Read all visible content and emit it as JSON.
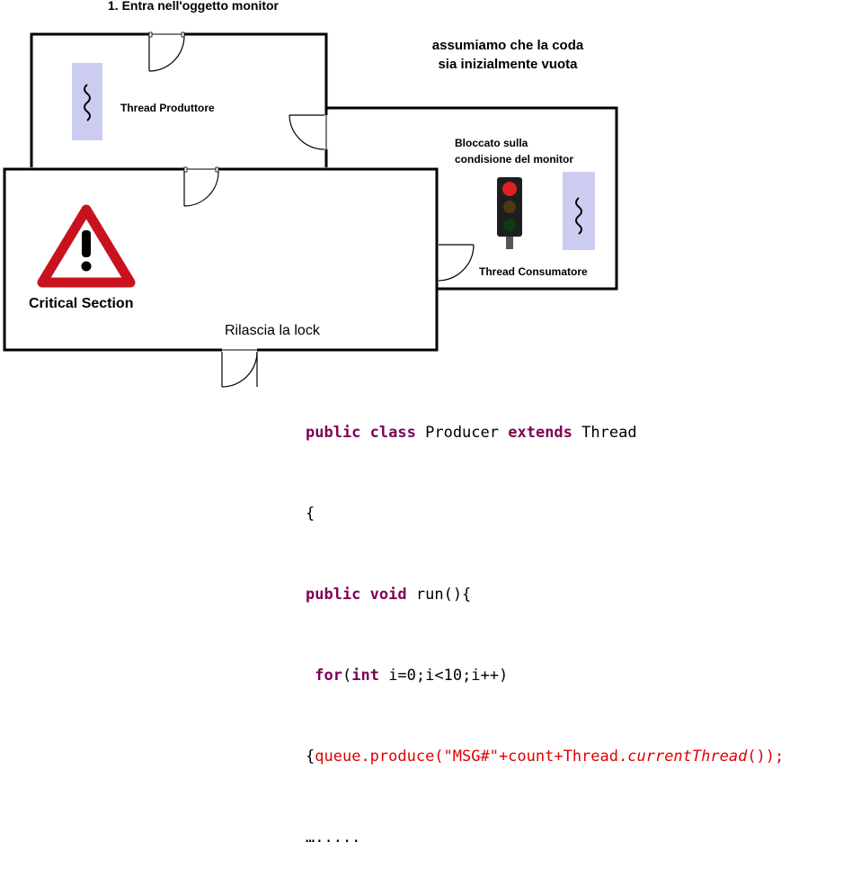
{
  "title": "1. Entra nell'oggetto monitor",
  "note": "assumiamo che la coda\nsia inizialmente vuota",
  "rooms": {
    "producer_label": "Thread Produttore",
    "consumer_label": "Thread Consumatore",
    "blocked_label": "Bloccato sulla\ncondisione del monitor",
    "critical_section_label": "Critical Section",
    "release_label": "Rilascia la lock"
  },
  "colors": {
    "thread_box": "#ccccf3",
    "wall": "#000000",
    "warning_red": "#c8131f",
    "keyword": "#7f0055",
    "call": "#e00000"
  },
  "icons": [
    "thread-squiggle-icon",
    "warning-icon",
    "traffic-light-icon",
    "door-icon"
  ],
  "code": {
    "l1_kw1": "public",
    "l1_kw2": "class",
    "l1_name": "Producer",
    "l1_kw3": "extends",
    "l1_base": "Thread",
    "l2": "{",
    "l3_kw1": "public",
    "l3_kw2": "void",
    "l3_rest": "run(){",
    "l4_kw1": "for",
    "l4_p1": "(",
    "l4_kw2": "int",
    "l4_rest": "i=0;i<10;i++)",
    "l5_brace": "{",
    "l5_call": "queue.produce(\"MSG#\"+count+Thread.",
    "l5_italic": "currentThread",
    "l5_tail": "());",
    "l6": "….....",
    "indent": " "
  }
}
